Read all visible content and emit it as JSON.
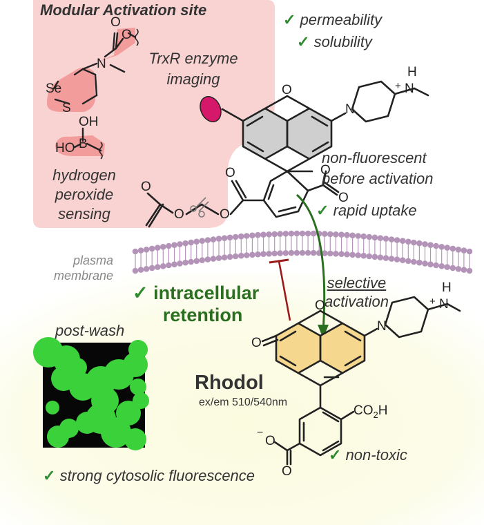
{
  "activation_panel": {
    "title": "Modular Activation site",
    "trxr_label_line1": "TrxR enzyme",
    "trxr_label_line2": "imaging",
    "h2o2_label_line1": "hydrogen",
    "h2o2_label_line2": "peroxide",
    "h2o2_label_line3": "sensing"
  },
  "checks": {
    "mark": "✓",
    "permeability": "permeability",
    "solubility": "solubility",
    "rapid_uptake": "rapid uptake",
    "intracellular_retention_line1": "intracellular",
    "intracellular_retention_line2": "retention",
    "non_toxic": "non-toxic",
    "strong_fluorescence": "strong cytosolic fluorescence"
  },
  "labels": {
    "non_fluorescent_line1": "non-fluorescent",
    "non_fluorescent_line2": "before activation",
    "plasma_membrane_line1": "plasma",
    "plasma_membrane_line2": "membrane",
    "selective": "selective",
    "activation": "activation",
    "post_wash": "post-wash",
    "rhodol": "Rhodol",
    "exem": "ex/em 510/540nm"
  },
  "atoms": {
    "O": "O",
    "N": "N",
    "H": "H",
    "B": "B",
    "OH": "OH",
    "HO": "HO",
    "Se": "Se",
    "S": "S",
    "plus": "+",
    "minus": "−",
    "co2h": "CO",
    "co2h_sub": "2",
    "co2h_h": "H"
  },
  "colors": {
    "panel_pink": "#f9d2d2",
    "highlight_red": "#f08a8a",
    "magenta_dot": "#d6186a",
    "xanthene_yellow": "#f5d78e",
    "membrane": "#b394b8",
    "check_green": "#2e8b2e",
    "retention_green": "#2a6e1f",
    "arrow_green": "#2a6e1f",
    "inhibit_red": "#9b1b1b",
    "micro_green": "#3ad13a"
  }
}
